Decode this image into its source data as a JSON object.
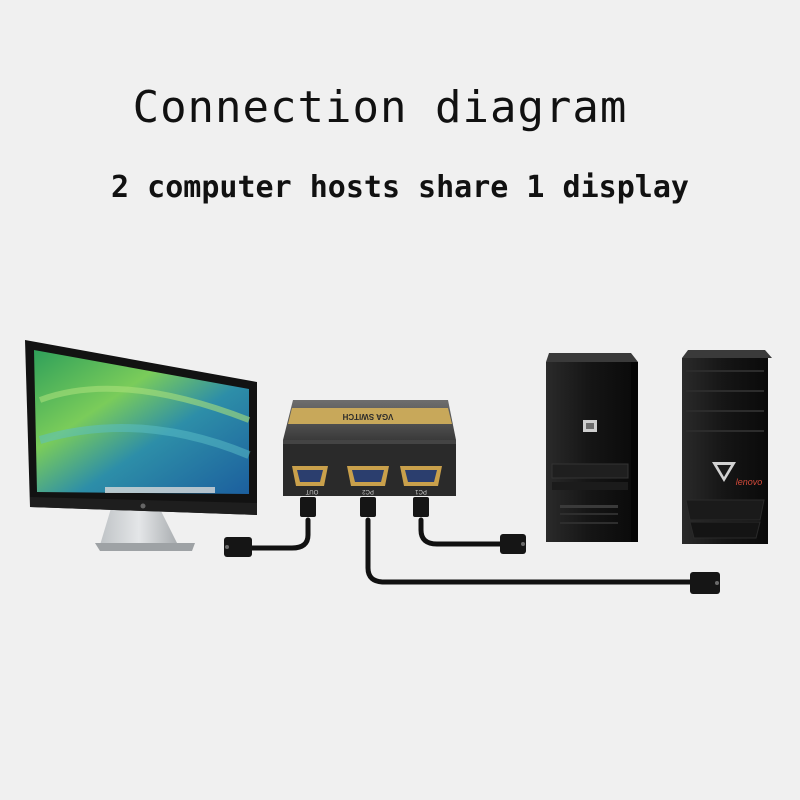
{
  "diagram": {
    "title": "Connection diagram",
    "subtitle": "2 computer hosts share 1 display"
  },
  "switch": {
    "label": "VGA SWITCH",
    "port_labels": [
      "OUT",
      "PC2",
      "PC1"
    ]
  },
  "pc_right": {
    "brand": "lenovo"
  },
  "colors": {
    "background": "#f0f0f0",
    "cable": "#111111",
    "switch_band": "#c8a85a"
  }
}
